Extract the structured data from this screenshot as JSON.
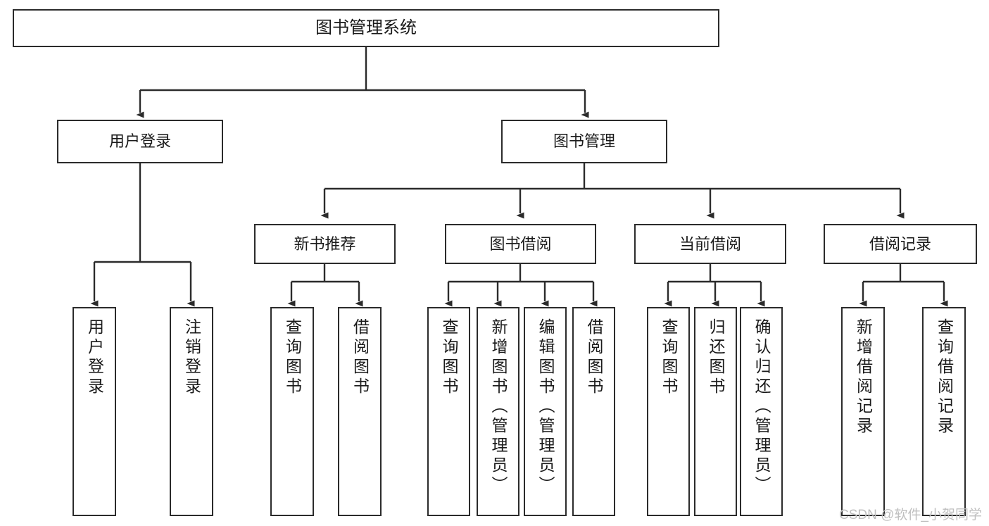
{
  "diagram": {
    "title": "图书管理系统",
    "type": "tree-hierarchy",
    "background_color": "#ffffff",
    "line_color": "#2b2b2b",
    "text_color": "#1a1a1a"
  },
  "root": {
    "label": "图书管理系统"
  },
  "level1": [
    {
      "label": "用户登录"
    },
    {
      "label": "图书管理"
    }
  ],
  "level2": [
    {
      "label": "新书推荐"
    },
    {
      "label": "图书借阅"
    },
    {
      "label": "当前借阅"
    },
    {
      "label": "借阅记录"
    }
  ],
  "leaves": {
    "user_login": [
      {
        "label": "用户登录"
      },
      {
        "label": "注销登录"
      }
    ],
    "new_book": [
      {
        "label": "查询图书"
      },
      {
        "label": "借阅图书"
      }
    ],
    "book_borrow": [
      {
        "label": "查询图书"
      },
      {
        "label": "新增图书（管理员）"
      },
      {
        "label": "编辑图书（管理员）"
      },
      {
        "label": "借阅图书"
      }
    ],
    "current_borrow": [
      {
        "label": "查询图书"
      },
      {
        "label": "归还图书"
      },
      {
        "label": "确认归还（管理员）"
      }
    ],
    "borrow_record": [
      {
        "label": "新增借阅记录"
      },
      {
        "label": "查询借阅记录"
      }
    ]
  },
  "watermark": {
    "text": "CSDN @软件_小贺同学",
    "color": "#bfbfbf"
  }
}
